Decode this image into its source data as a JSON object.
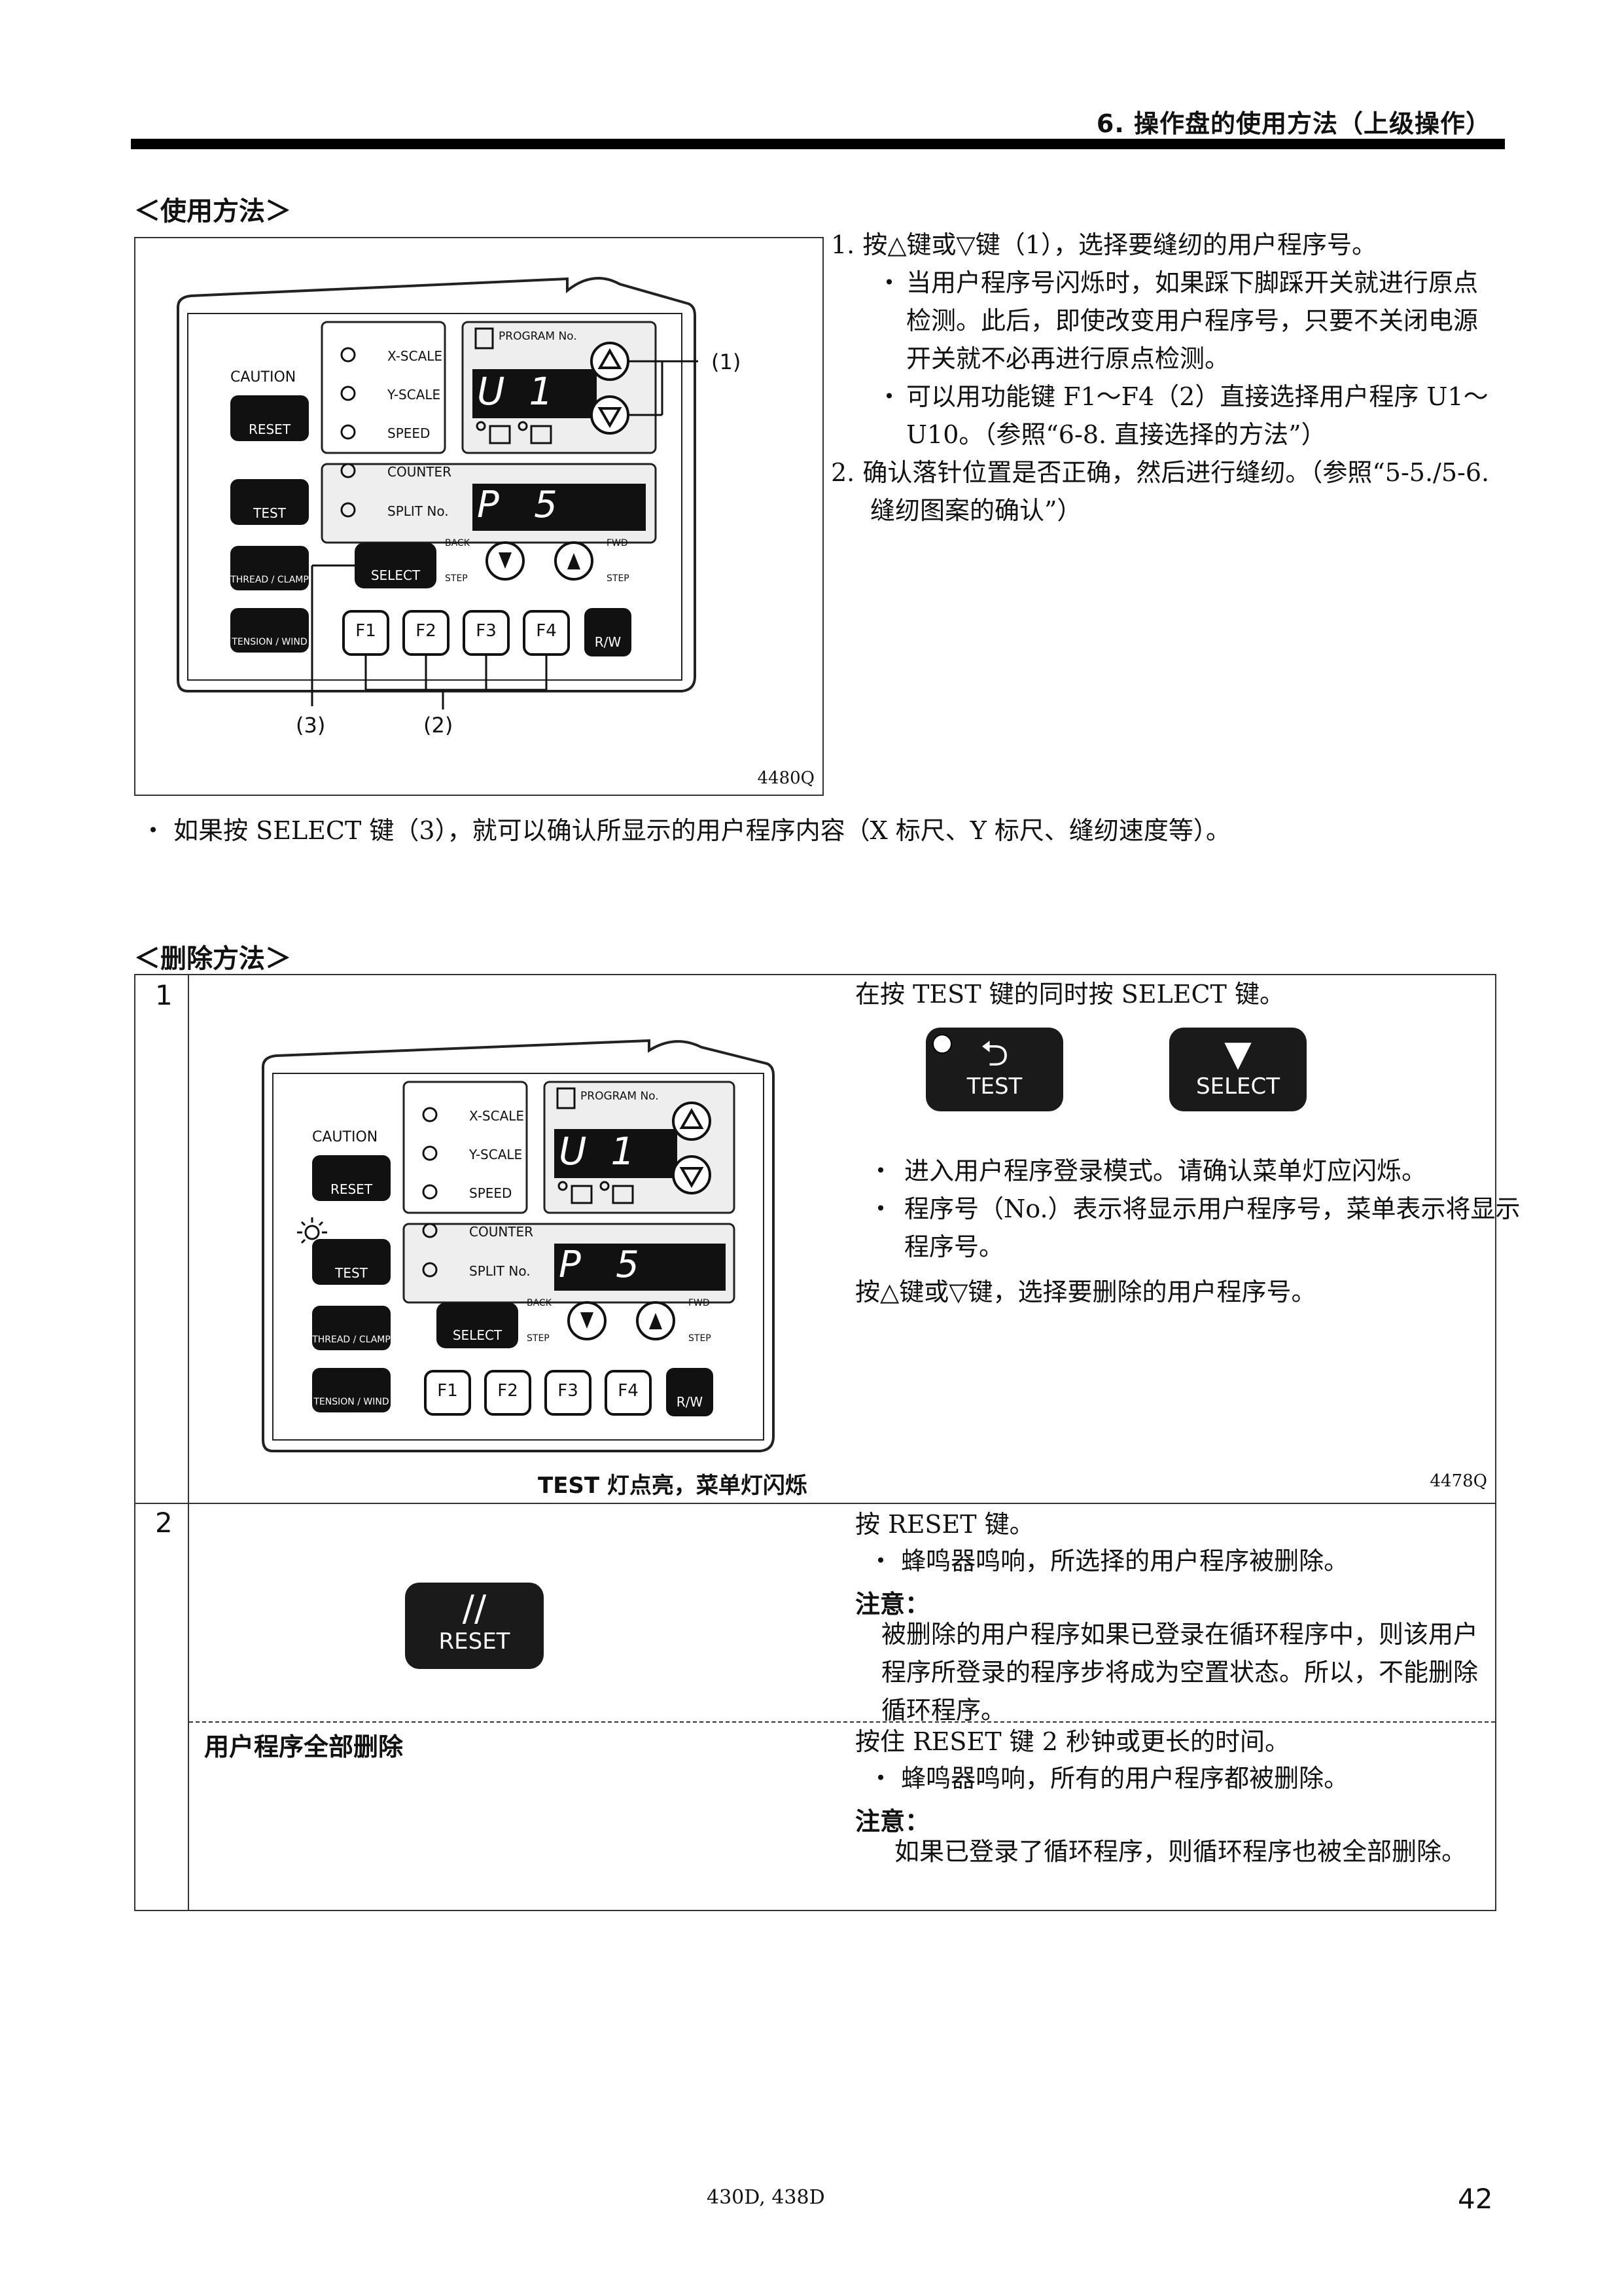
{
  "header": {
    "title": "6. 操作盘的使用方法（上级操作）"
  },
  "usage": {
    "title": "＜使用方法＞",
    "figure_code": "4480Q",
    "callouts": [
      "(1)",
      "(2)",
      "(3)"
    ],
    "steps": [
      "1. 按△键或▽键（1），选择要缝纫的用户程序号。",
      "2. 确认落针位置是否正确，然后进行缝纫。（参照“5-5./5-6. 缝纫图案的确认”）"
    ],
    "step1_bullets": [
      "当用户程序号闪烁时，如果踩下脚踩开关就进行原点检测。此后，即使改变用户程序号，只要不关闭电源开关就不必再进行原点检测。",
      "可以用功能键 F1～F4（2）直接选择用户程序 U1～U10。（参照“6-8. 直接选择的方法”）"
    ],
    "note": "如果按 SELECT 键（3），就可以确认所显示的用户程序内容（X 标尺、Y 标尺、缝纫速度等）。"
  },
  "panel": {
    "caution": "CAUTION",
    "reset": "RESET",
    "test": "TEST",
    "thread_clamp": "THREAD / CLAMP",
    "tension_wind": "TENSION / WIND",
    "x_scale": "X-SCALE",
    "y_scale": "Y-SCALE",
    "speed": "SPEED",
    "counter": "COUNTER",
    "split_no": "SPLIT No.",
    "program_no": "PROGRAM No.",
    "display_top": "U  1",
    "display_bottom": "P   5",
    "select": "SELECT",
    "back": "BACK",
    "fwd": "FWD",
    "step": "STEP",
    "f1": "F1",
    "f2": "F2",
    "f3": "F3",
    "f4": "F4",
    "rw": "R/W"
  },
  "delete": {
    "title": "＜删除方法＞",
    "row1": {
      "num": "1",
      "instruction": "在按 TEST 键的同时按 SELECT 键。",
      "test_key": "TEST",
      "select_key": "SELECT",
      "bullets": [
        "进入用户程序登录模式。请确认菜单灯应闪烁。",
        "程序号（No.）表示将显示用户程序号，菜单表示将显示程序号。"
      ],
      "after": "按△键或▽键，选择要删除的用户程序号。",
      "caption": "TEST 灯点亮，菜单灯闪烁",
      "figure_code": "4478Q"
    },
    "row2": {
      "num": "2",
      "instruction": "按 RESET 键。",
      "reset_key": "RESET",
      "bullet": "蜂鸣器鸣响，所选择的用户程序被删除。",
      "note_title": "注意：",
      "note": "被删除的用户程序如果已登录在循环程序中，则该用户程序所登录的程序步将成为空置状态。所以，不能删除循环程序。"
    },
    "row3": {
      "label": "用户程序全部删除",
      "instruction": "按住 RESET 键 2 秒钟或更长的时间。",
      "bullet": "蜂鸣器鸣响，所有的用户程序都被删除。",
      "note_title": "注意：",
      "note": "如果已登录了循环程序，则循环程序也被全部删除。"
    }
  },
  "footer": {
    "model": "430D, 438D",
    "page": "42"
  }
}
